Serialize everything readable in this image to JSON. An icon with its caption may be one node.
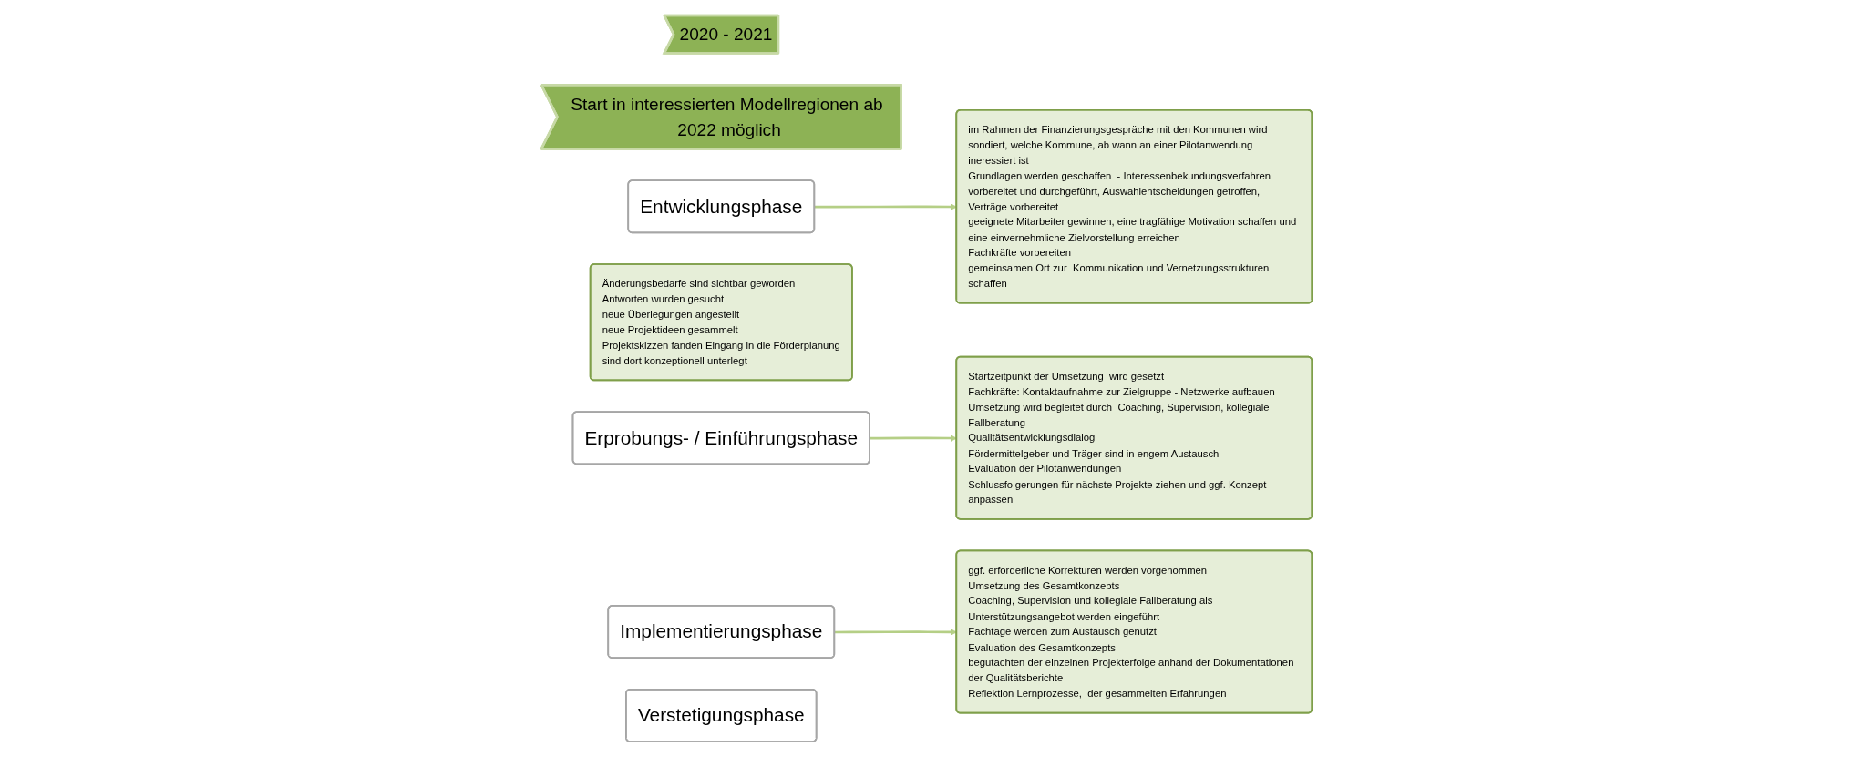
{
  "diagram": {
    "nodes": [
      {
        "text": [
          "2020 - 2021"
        ]
      },
      {
        "text": [
          "Start in interessierten Modellregionen ab 2022 möglich"
        ]
      },
      {
        "text": [
          "Entwicklungsphase"
        ]
      },
      {
        "text": [
          "Änderungsbedarfe sind sichtbar geworden",
          "Antworten wurden gesucht",
          "neue Überlegungen angestellt",
          "neue Projektideen  gesammelt",
          "Projektskizzen fanden Eingang in die Förderplanung",
          "sind  dort konzeptionell unterlegt"
        ]
      },
      {
        "text": [
          "Erprobungs- / Einführungsphase"
        ]
      },
      {
        "text": [
          "im Rahmen der Finanzierungsgespräche mit den Kommunen wird sondiert, welche Kommune, ab wann an einer Pilotanwendung  ineressiert ist",
          "Grundlagen werden geschaffen  - Interessenbekundungsverfahren vorbereitet und durchgeführt, Auswahlentscheidungen getroffen, Verträge vorbereitet",
          "geeignete Mitarbeiter gewinnen, eine tragfähige Motivation schaffen und eine einvernehmliche Zielvorstellung erreichen",
          "Fachkräfte vorbereiten",
          "gemeinsamen Ort zur  Kommunikation und Vernetzungsstrukturen schaffen"
        ]
      },
      {
        "text": [
          "Implementierungsphase"
        ]
      },
      {
        "text": [
          "Startzeitpunkt der Umsetzung  wird gesetzt",
          "Fachkräfte: Kontaktaufnahme zur Zielgruppe - Netzwerke aufbauen",
          "Umsetzung wird begleitet durch  Coaching, Supervision, kollegiale Fallberatung",
          "Qualitätsentwicklungsdialog",
          "Fördermittelgeber und Träger sind in engem Austausch",
          "Evaluation der Pilotanwendungen",
          "Schlussfolgerungen für nächste Projekte ziehen und ggf. Konzept anpassen"
        ]
      },
      {
        "text": [
          "Verstetigungsphase"
        ]
      },
      {
        "text": [
          "ggf. erforderliche Korrekturen werden vorgenommen",
          "Umsetzung des Gesamtkonzepts",
          "Coaching, Supervision und kollegiale Fallberatung als Unterstützungsangebot werden eingeführt",
          "Fachtage werden zum Austausch genutzt",
          "Evaluation des Gesamtkonzepts",
          "begutachten der einzelnen Projekterfolge anhand der Dokumentationen der Qualitätsberichte",
          "Reflektion Lernprozesse,  der gesammelten Erfahrungen"
        ]
      }
    ],
    "edges": [
      {
        "from": 2,
        "to": 5,
        "arrow": "to"
      },
      {
        "from": 4,
        "to": 7,
        "arrow": "to"
      },
      {
        "from": 6,
        "to": 9,
        "arrow": "to"
      }
    ]
  }
}
